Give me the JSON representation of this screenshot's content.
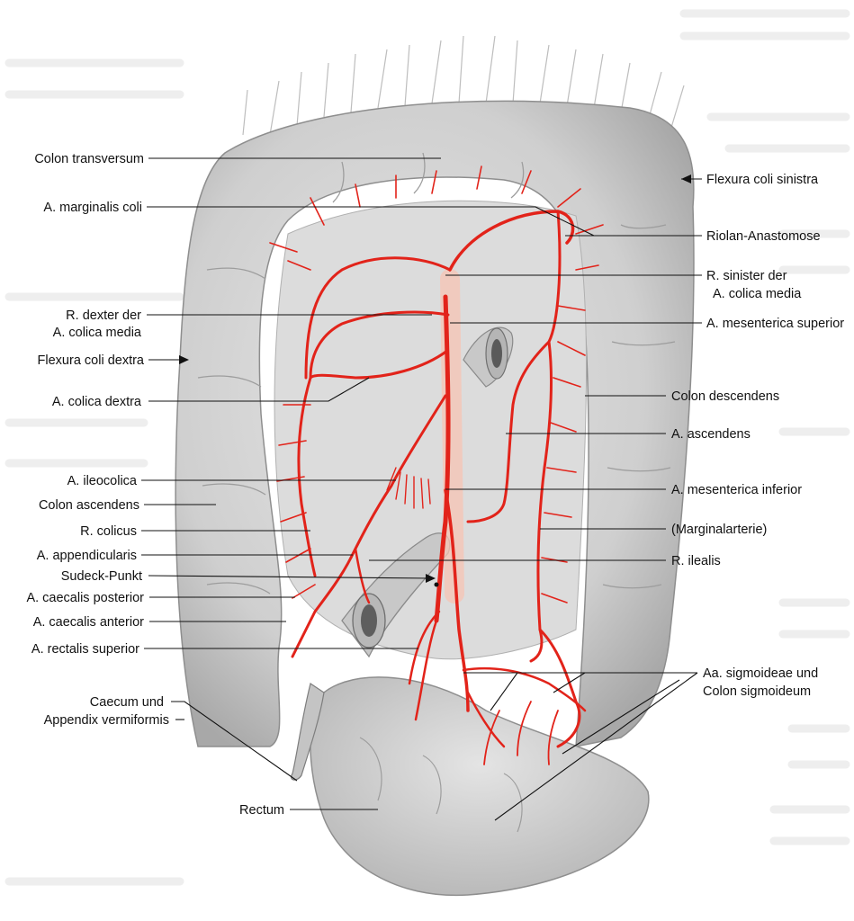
{
  "colors": {
    "artery": "#e2231a",
    "organ_fill": "#d2d2d2",
    "organ_shade": "#a9a9a9",
    "page_background": "#ffffff",
    "label_text": "#111111",
    "background_page_text": "#cfcfcf"
  },
  "labels": {
    "left": {
      "colon_transversum": "Colon transversum",
      "a_marginalis_coli": "A. marginalis coli",
      "r_dexter_line1": "R. dexter der",
      "r_dexter_line2": "A. colica media",
      "flexura_coli_dextra": "Flexura coli dextra",
      "a_colica_dextra": "A. colica dextra",
      "a_ileocolica": "A. ileocolica",
      "colon_ascendens": "Colon ascendens",
      "r_colicus": "R. colicus",
      "a_appendicularis": "A. appendicularis",
      "sudeck_punkt": "Sudeck-Punkt",
      "a_caecalis_posterior": "A. caecalis posterior",
      "a_caecalis_anterior": "A. caecalis anterior",
      "a_rectalis_superior": "A. rectalis superior",
      "caecum_line1": "Caecum und",
      "caecum_line2": "Appendix vermiformis",
      "rectum": "Rectum"
    },
    "right": {
      "flexura_coli_sinistra": "Flexura coli sinistra",
      "riolan_anastomose": "Riolan-Anastomose",
      "r_sinister_line1": "R. sinister der",
      "r_sinister_line2": "A. colica media",
      "a_mesenterica_superior": "A. mesenterica superior",
      "colon_descendens": "Colon descendens",
      "a_ascendens": "A. ascendens",
      "a_mesenterica_inferior": "A. mesenterica inferior",
      "marginalarterie": "(Marginalarterie)",
      "r_ilealis": "R. ilealis",
      "aa_sigmoideae_line1": "Aa. sigmoideae und",
      "aa_sigmoideae_line2": "Colon sigmoideum"
    }
  }
}
